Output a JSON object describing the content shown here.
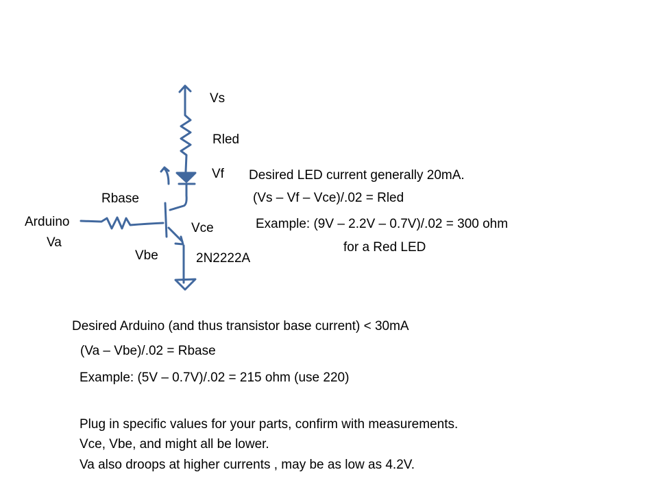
{
  "circuit": {
    "labels": {
      "vs": "Vs",
      "rled": "Rled",
      "vf": "Vf",
      "rbase": "Rbase",
      "arduino": "Arduino",
      "va": "Va",
      "vce": "Vce",
      "vbe": "Vbe",
      "transistor": "2N2222A"
    },
    "wire_color": "#41689e"
  },
  "led_notes": {
    "line1": "Desired LED current generally 20mA.",
    "line2": "(Vs – Vf – Vce)/.02 = Rled",
    "line3": "Example: (9V – 2.2V – 0.7V)/.02 = 300 ohm",
    "line4": "for a Red LED"
  },
  "base_notes": {
    "line1": "Desired Arduino (and thus transistor base current) < 30mA",
    "line2": "(Va – Vbe)/.02 = Rbase",
    "line3": "Example: (5V –  0.7V)/.02 =  215 ohm (use 220)"
  },
  "footer_notes": {
    "line1": "Plug in specific values for your parts, confirm with measurements.",
    "line2": "Vce, Vbe, and might all be lower.",
    "line3": "Va also droops at higher currents , may be as low as 4.2V."
  }
}
